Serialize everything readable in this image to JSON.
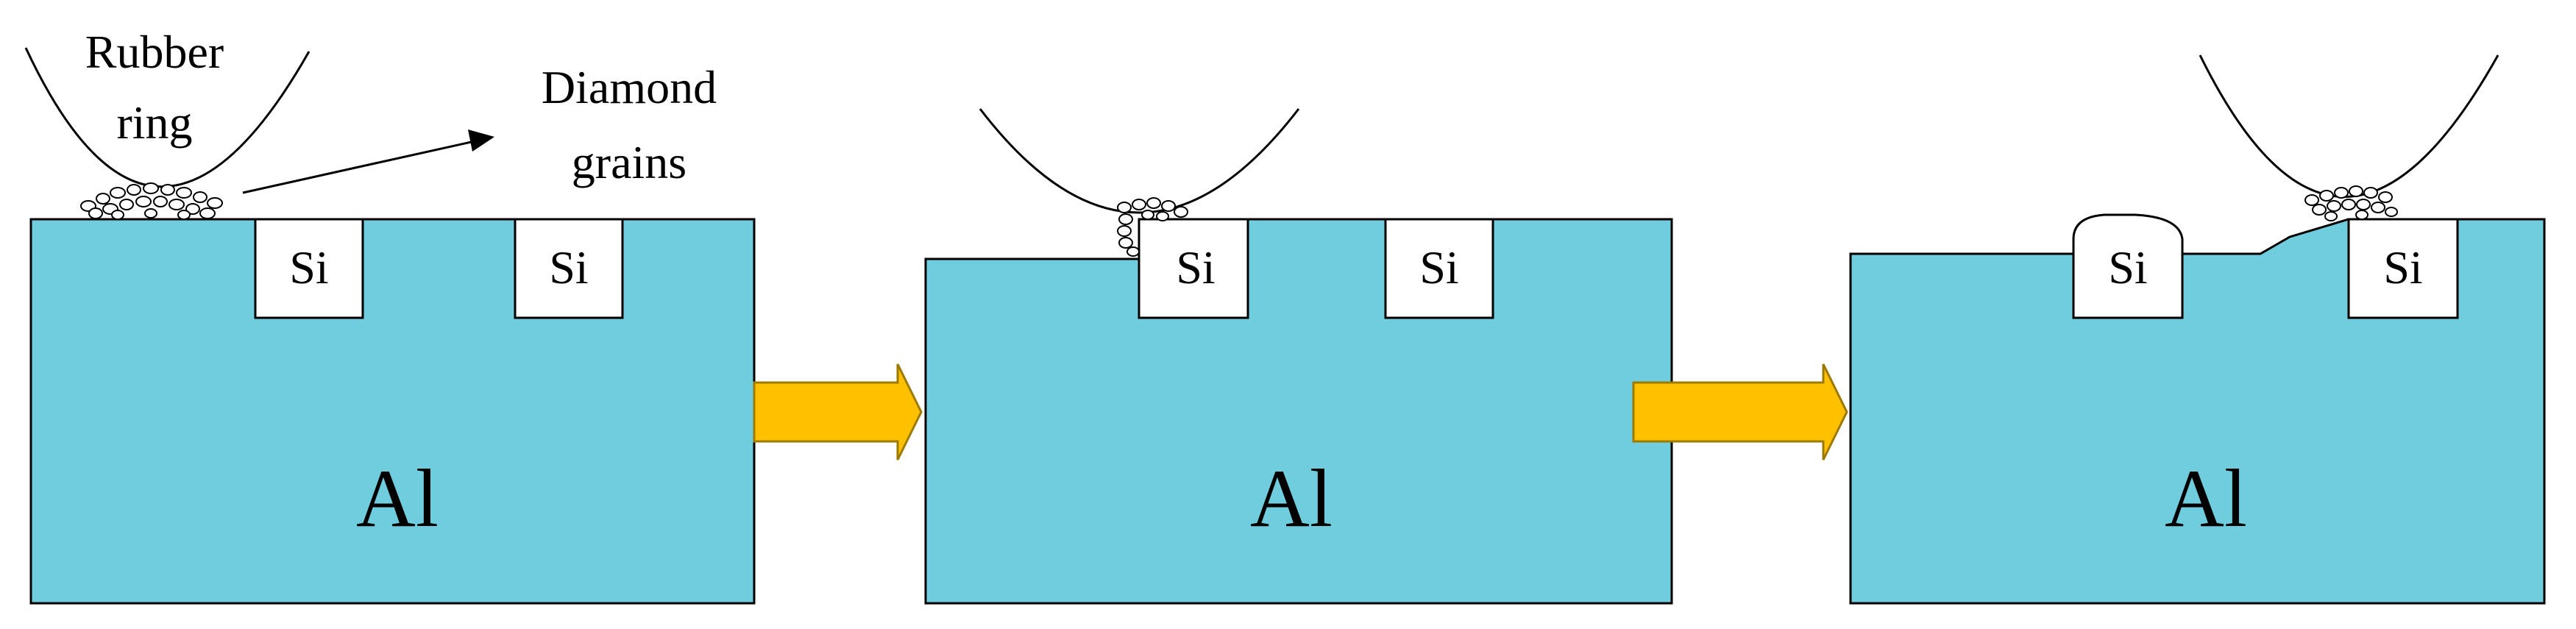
{
  "figure": {
    "rubber_label_line1": "Rubber",
    "rubber_label_line2": "ring",
    "diamond_label_line1": "Diamond",
    "diamond_label_line2": "grains",
    "si_label": "Si",
    "al_label": "Al",
    "colors": {
      "aluminum": "#70CDDE",
      "silicon": "#FFFFFF",
      "arrow": "#FFC000",
      "arrow_outline": "#9C7A00",
      "outline": "#000000"
    }
  }
}
